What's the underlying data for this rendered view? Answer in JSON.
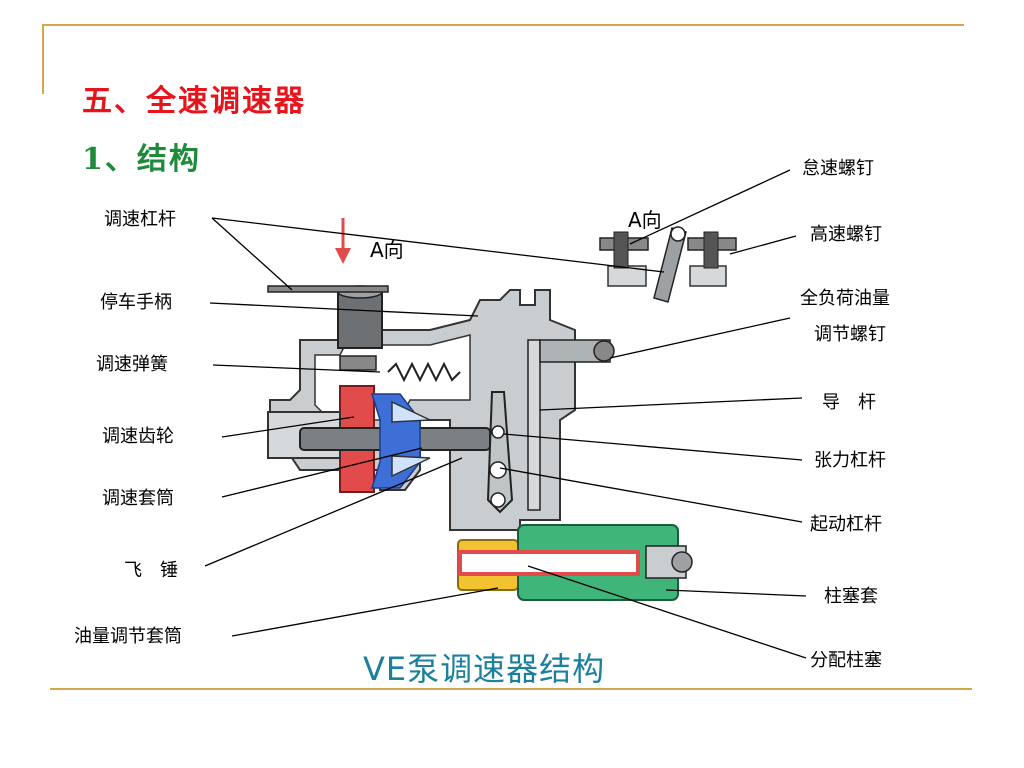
{
  "heading": "五、全速调速器",
  "subheading": "1、结构",
  "caption": "VE泵调速器结构",
  "diagram_marks": {
    "direction_a_top": "A向",
    "direction_a_arrow": "A向"
  },
  "labels_left": {
    "speed_lever": "调速杠杆",
    "stop_handle": "停车手柄",
    "governor_spring": "调速弹簧",
    "governor_gear": "调速齿轮",
    "governor_sleeve": "调速套筒",
    "flyweight": "飞　锤",
    "fuel_sleeve": "油量调节套筒"
  },
  "labels_right": {
    "idle_screw": "怠速螺钉",
    "high_speed_screw": "高速螺钉",
    "full_load_screw_1": "全负荷油量",
    "full_load_screw_2": "调节螺钉",
    "guide_rod": "导　杆",
    "tension_lever": "张力杠杆",
    "start_lever": "起动杠杆",
    "plunger_sleeve": "柱塞套",
    "distributor_plunger": "分配柱塞"
  },
  "colors": {
    "frame_line": "#d4a84a",
    "heading": "#e8141b",
    "subheading": "#1f8a3a",
    "caption": "#1b7f9e",
    "housing": "#9aa3a8",
    "gear": "#e24b4b",
    "sleeve": "#3d6fd6",
    "plunger_sleeve": "#3fb57a",
    "fuel_sleeve": "#f2c230"
  }
}
